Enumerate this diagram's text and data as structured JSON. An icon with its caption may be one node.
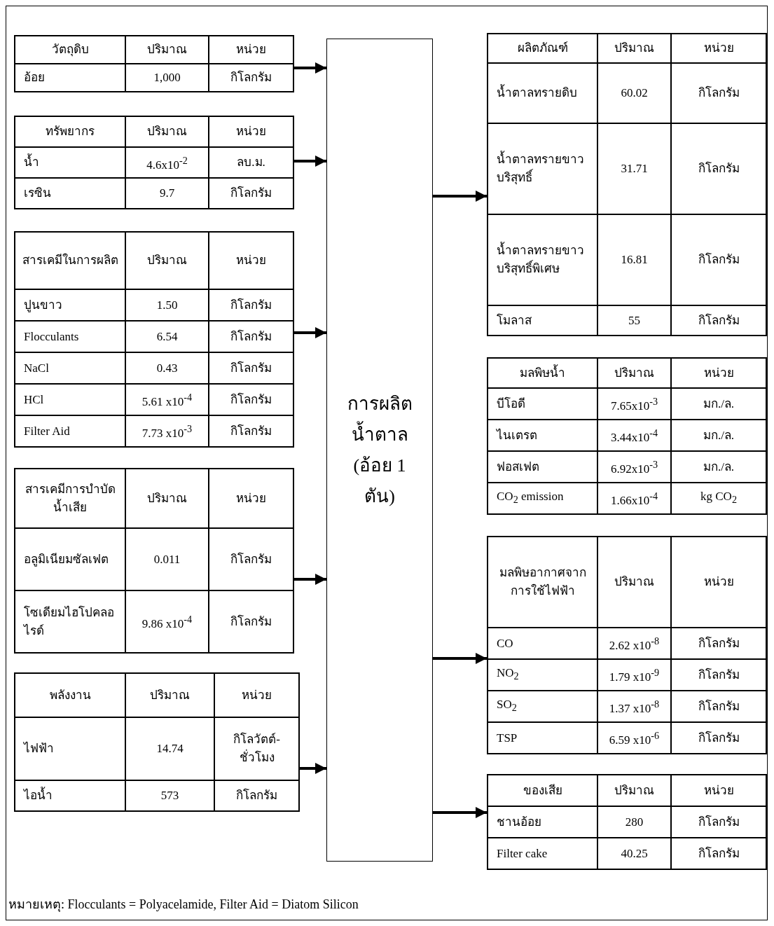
{
  "diagram": {
    "nodes": [
      {
        "text": [
          "วัตถุดิบ",
          "ปริมาณ",
          "หน่วย",
          "อ้อย",
          "1,000",
          "กิโลกรัม"
        ]
      },
      {
        "text": [
          "ทรัพยากร",
          "ปริมาณ",
          "หน่วย",
          "น้ำ",
          "4.6x10$^{-2}$",
          "ลบ.ม.",
          "เรซิน",
          "9.7",
          "กิโลกรัม"
        ]
      },
      {
        "text": [
          "สารเคมีในการผลิต",
          "ปริมาณ",
          "หน่วย",
          "ปูนขาว",
          "1.50",
          "กิโลกรัม",
          "Flocculants",
          "6.54",
          "กิโลกรัม",
          "NaCl",
          "0.43",
          "กิโลกรัม",
          "HCl",
          "5.61 x10$^{-4}$",
          "กิโลกรัม",
          "Filter Aid",
          "7.73 x10$^{-3}$",
          "กิโลกรัม"
        ]
      },
      {
        "text": [
          "สารเคมีการบำบัดน้ำเสีย",
          "ปริมาณ",
          "หน่วย",
          "อลูมิเนียมซัลเฟต",
          "0.011",
          "กิโลกรัม",
          "โซเดียมไฮโปคลอไรด์",
          "9.86 x10$^{-4}$",
          "กิโลกรัม"
        ]
      },
      {
        "text": [
          "พลังงาน",
          "ปริมาณ",
          "หน่วย",
          "ไฟฟ้า",
          "14.74",
          "กิโลวัตต์-ชั่วโมง",
          "ไอน้ำ",
          "573",
          "กิโลกรัม"
        ]
      },
      {
        "text": [
          "การผลิตน้ำตาล (อ้อย 1 ตัน)"
        ]
      },
      {
        "text": [
          "ผลิตภัณฑ์",
          "ปริมาณ",
          "หน่วย",
          "น้ำตาลทรายดิบ",
          "60.02",
          "กิโลกรัม",
          "น้ำตาลทรายขาวบริสุทธิ์",
          "31.71",
          "กิโลกรัม",
          "น้ำตาลทรายขาวบริสุทธิ์พิเศษ",
          "16.81",
          "กิโลกรัม",
          "โมลาส",
          "55",
          "กิโลกรัม"
        ]
      },
      {
        "text": [
          "มลพิษน้ำ",
          "ปริมาณ",
          "หน่วย",
          "บีโอดี",
          "7.65x10$^{-3}$",
          "มก./ล.",
          "ไนเตรต",
          "3.44x10$^{-4}$",
          "มก./ล.",
          "ฟอสเฟต",
          "6.92x10$^{-3}$",
          "มก./ล.",
          "CO$_{2}$ emission",
          "1.66x10$^{-4}$",
          "kg CO$_{2}$"
        ]
      },
      {
        "text": [
          "มลพิษอากาศจากการใช้ไฟฟ้า",
          "ปริมาณ",
          "หน่วย",
          "CO",
          "2.62 x10$^{-8}$",
          "กิโลกรัม",
          "NO$_{2}$",
          "1.79 x10$^{-9}$",
          "กิโลกรัม",
          "SO$_{2}$",
          "1.37 x10$^{-8}$",
          "กิโลกรัม",
          "TSP",
          "6.59 x10$^{-6}$",
          "กิโลกรัม"
        ]
      },
      {
        "text": [
          "ของเสีย",
          "ปริมาณ",
          "หน่วย",
          "ชานอ้อย",
          "280",
          "กิโลกรัม",
          "Filter cake",
          "40.25",
          "กิโลกรัม"
        ]
      }
    ],
    "edges": [
      {
        "from": 0,
        "to": 5,
        "arrow": "to"
      },
      {
        "from": 1,
        "to": 5,
        "arrow": "to"
      },
      {
        "from": 2,
        "to": 5,
        "arrow": "to"
      },
      {
        "from": 3,
        "to": 5,
        "arrow": "to"
      },
      {
        "from": 4,
        "to": 5,
        "arrow": "to"
      },
      {
        "from": 5,
        "to": 6,
        "arrow": "to"
      },
      {
        "from": 5,
        "to": 8,
        "arrow": "to"
      },
      {
        "from": 5,
        "to": 9,
        "arrow": "to"
      }
    ],
    "labels": [
      "หมายเหตุ:  Flocculants = Polyacelamide, Filter Aid = Diatom Silicon"
    ]
  }
}
